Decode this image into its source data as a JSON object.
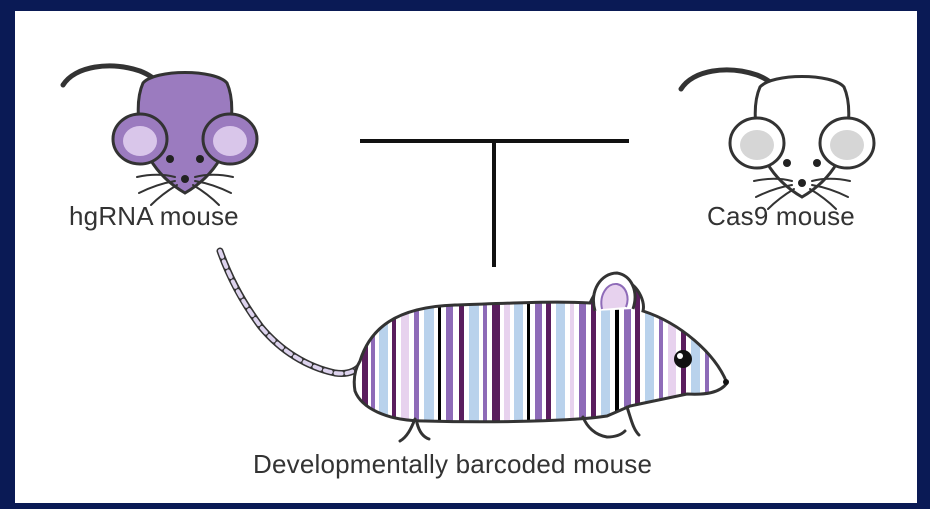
{
  "labels": {
    "left_parent": "hgRNA mouse",
    "right_parent": "Cas9 mouse",
    "offspring": "Developmentally barcoded mouse"
  },
  "colors": {
    "hgRNA_mouse": "#9b7bbf",
    "cas9_mouse": "#ffffff",
    "barcode": [
      "#5a1d5e",
      "#8e6bb8",
      "#b9d2ec",
      "#e7d2ee",
      "#000000"
    ],
    "frame": "#0a1a55"
  }
}
